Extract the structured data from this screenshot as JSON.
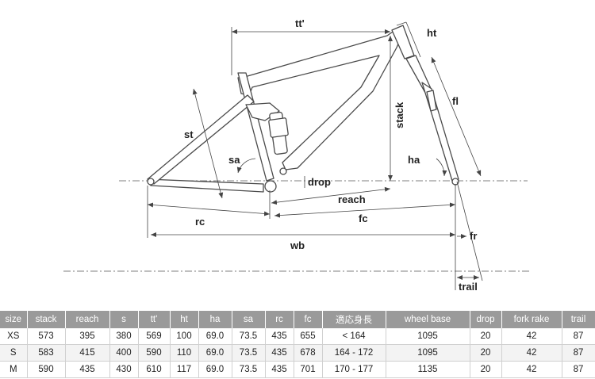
{
  "diagram": {
    "labels": {
      "tt": "tt'",
      "ht": "ht",
      "fl": "fl",
      "stack": "stack",
      "st": "st",
      "sa": "sa",
      "ha": "ha",
      "drop": "drop",
      "reach": "reach",
      "rc": "rc",
      "fc": "fc",
      "wb": "wb",
      "fr": "fr",
      "trail": "trail"
    }
  },
  "table": {
    "headers": [
      "size",
      "stack",
      "reach",
      "s",
      "tt'",
      "ht",
      "ha",
      "sa",
      "rc",
      "fc",
      "適応身長",
      "wheel base",
      "drop",
      "fork rake",
      "trail"
    ],
    "rows": [
      [
        "XS",
        "573",
        "395",
        "380",
        "569",
        "100",
        "69.0",
        "73.5",
        "435",
        "655",
        "< 164",
        "1095",
        "20",
        "42",
        "87"
      ],
      [
        "S",
        "583",
        "415",
        "400",
        "590",
        "110",
        "69.0",
        "73.5",
        "435",
        "678",
        "164 - 172",
        "1095",
        "20",
        "42",
        "87"
      ],
      [
        "M",
        "590",
        "435",
        "430",
        "610",
        "117",
        "69.0",
        "73.5",
        "435",
        "701",
        "170 - 177",
        "1135",
        "20",
        "42",
        "87"
      ]
    ]
  }
}
